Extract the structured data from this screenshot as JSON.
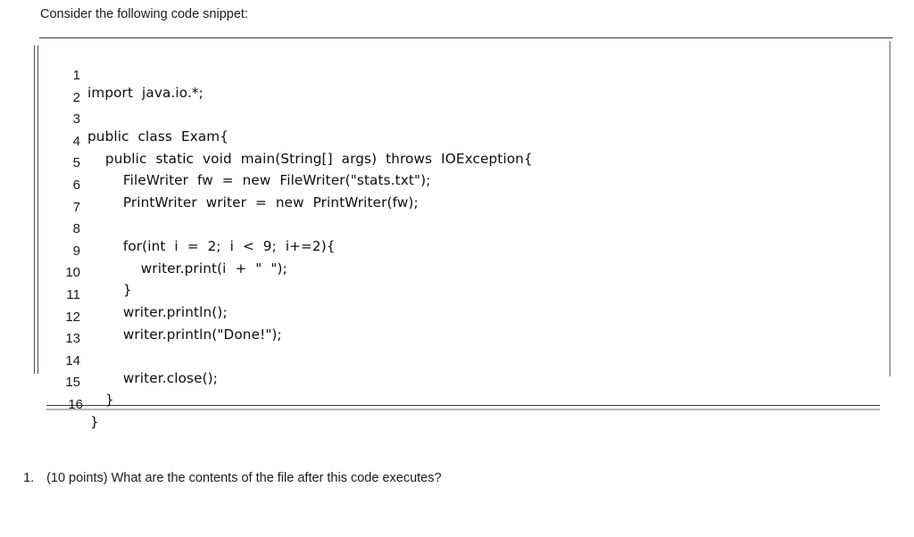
{
  "intro": {
    "text": "Consider the following code snippet:"
  },
  "code_block": {
    "language": "java",
    "lines": [
      {
        "n": "1",
        "code": "import  java.io.*;"
      },
      {
        "n": "2",
        "code": ""
      },
      {
        "n": "3",
        "code": "public  class  Exam{"
      },
      {
        "n": "4",
        "code": "    public  static  void  main(String[]  args)  throws  IOException{"
      },
      {
        "n": "5",
        "code": "        FileWriter  fw  =  new  FileWriter(\"stats.txt\");"
      },
      {
        "n": "6",
        "code": "        PrintWriter  writer  =  new  PrintWriter(fw);"
      },
      {
        "n": "7",
        "code": ""
      },
      {
        "n": "8",
        "code": "        for(int  i  =  2;  i  <  9;  i+=2){"
      },
      {
        "n": "9",
        "code": "            writer.print(i  +  \"  \");"
      },
      {
        "n": "10",
        "code": "        }"
      },
      {
        "n": "11",
        "code": "        writer.println();"
      },
      {
        "n": "12",
        "code": "        writer.println(\"Done!\");"
      },
      {
        "n": "13",
        "code": ""
      },
      {
        "n": "14",
        "code": "        writer.close();"
      },
      {
        "n": "15",
        "code": "    }"
      },
      {
        "n": "16",
        "code": "}"
      }
    ]
  },
  "questions": [
    {
      "number": "1.",
      "text": "(10 points) What are the contents of the file after this code executes?"
    }
  ]
}
